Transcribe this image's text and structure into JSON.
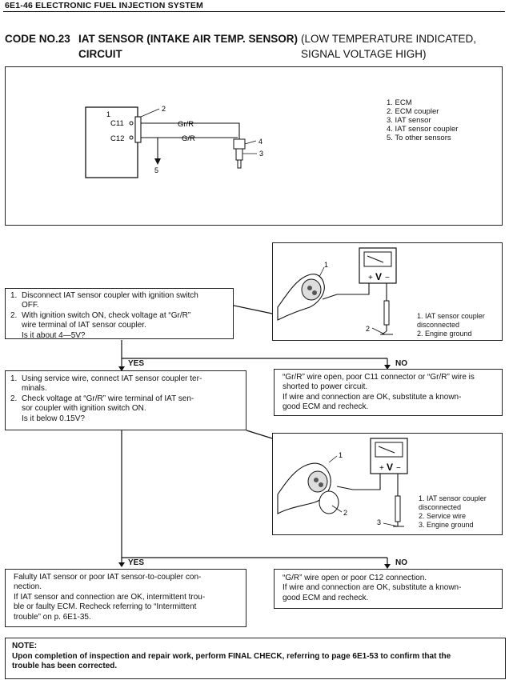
{
  "page_header": "6E1-46   ELECTRONIC FUEL INJECTION SYSTEM",
  "title": {
    "code": "CODE NO.23",
    "main": "IAT SENSOR (INTAKE AIR TEMP. SENSOR)",
    "circuit": "CIRCUIT",
    "note_line1": "(LOW TEMPERATURE INDICATED,",
    "note_line2": "SIGNAL VOLTAGE HIGH)"
  },
  "wiring_diagram": {
    "labels": {
      "c11": "C11",
      "c12": "C12",
      "wire_gr_r": "Gr/R",
      "wire_g_r": "G/R",
      "n1": "1",
      "n2": "2",
      "n3": "3",
      "n4": "4",
      "n5": "5"
    },
    "legend": [
      "1. ECM",
      "2. ECM coupler",
      "3. IAT sensor",
      "4. IAT sensor coupler",
      "5. To other sensors"
    ]
  },
  "step1": {
    "items": [
      {
        "num": "1.",
        "lines": [
          "Disconnect IAT sensor coupler with ignition switch",
          "OFF."
        ]
      },
      {
        "num": "2.",
        "lines": [
          "With ignition switch ON, check voltage at “Gr/R”",
          "wire terminal of IAT sensor coupler.",
          "Is it about 4—5V?"
        ]
      }
    ]
  },
  "fig1": {
    "labels": {
      "n1": "1",
      "n2": "2",
      "v": "V",
      "plus": "+",
      "minus": "−"
    },
    "legend": [
      "1. IAT sensor coupler",
      "    disconnected",
      "2. Engine ground"
    ]
  },
  "branch1": {
    "yes": "YES",
    "no": "NO"
  },
  "no1": {
    "lines": [
      "“Gr/R” wire open, poor C11 connector or “Gr/R” wire is",
      "shorted to power circuit.",
      "If wire and connection are OK, substitute a known-",
      "good ECM and recheck."
    ]
  },
  "step2": {
    "items": [
      {
        "num": "1.",
        "lines": [
          "Using service wire, connect IAT sensor coupler ter-",
          "minals."
        ]
      },
      {
        "num": "2.",
        "lines": [
          "Check voltage at “Gr/R” wire terminal of IAT sen-",
          "sor coupler with ignition switch ON.",
          "Is it below 0.15V?"
        ]
      }
    ]
  },
  "fig2": {
    "labels": {
      "n1": "1",
      "n2": "2",
      "n3": "3",
      "v": "V",
      "plus": "+",
      "minus": "−"
    },
    "legend": [
      "1. IAT sensor coupler",
      "    disconnected",
      "2. Service wire",
      "3. Engine ground"
    ]
  },
  "branch2": {
    "yes": "YES",
    "no": "NO"
  },
  "yes2": {
    "lines": [
      "Falulty IAT sensor or poor IAT sensor-to-coupler con-",
      "nection.",
      "If IAT sensor and connection are OK, intermittent trou-",
      "ble or faulty ECM. Recheck referring to “Intermittent",
      "trouble” on p. 6E1-35."
    ]
  },
  "no2": {
    "lines": [
      "“G/R” wire open or poor C12 connection.",
      "If wire and connection are OK, substitute a known-",
      "good ECM and recheck."
    ]
  },
  "note": {
    "heading": "NOTE:",
    "lines": [
      "Upon completion of inspection and repair work, perform FINAL CHECK, referring to page 6E1-53 to confirm that the",
      "trouble has been corrected."
    ]
  }
}
